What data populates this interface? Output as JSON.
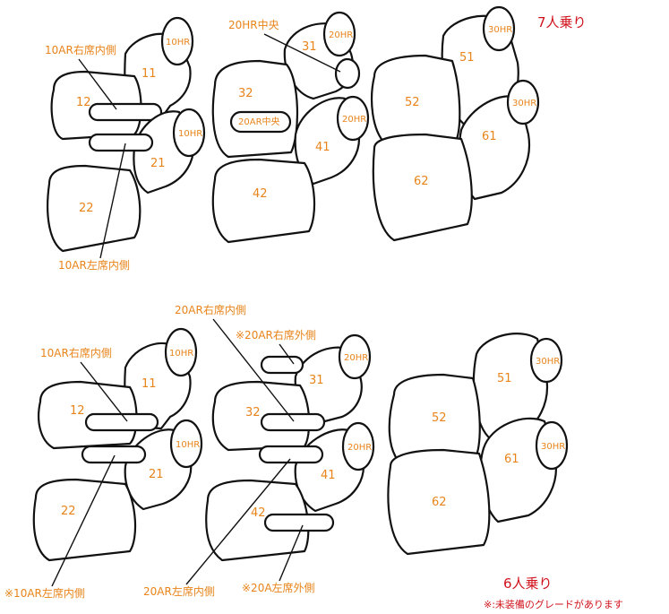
{
  "diagram_7": {
    "title": "7人乗り",
    "labels": {
      "ar10_right_inner": "10AR右席内側",
      "ar10_left_inner": "10AR左席内側",
      "hr20_center": "20HR中央",
      "ar20_center": "20AR中央"
    },
    "seats": {
      "s11": "11",
      "s12": "12",
      "s21": "21",
      "s22": "22",
      "s31": "31",
      "s32": "32",
      "s41": "41",
      "s42": "42",
      "s51": "51",
      "s52": "52",
      "s61": "61",
      "s62": "62"
    },
    "headrests": {
      "h10a": "10HR",
      "h10b": "10HR",
      "h20a": "20HR",
      "h20b": "20HR",
      "h30a": "30HR",
      "h30b": "30HR"
    }
  },
  "diagram_6": {
    "title": "6人乗り",
    "note": "※:未装備のグレードがあります",
    "labels": {
      "ar10_right_inner": "10AR右席内側",
      "ar10_left_inner": "※10AR左席内側",
      "ar20_right_inner": "20AR右席内側",
      "ar20_right_outer": "※20AR右席外側",
      "ar20_left_inner": "20AR左席内側",
      "a20_left_outer": "※20A左席外側"
    },
    "seats": {
      "s11": "11",
      "s12": "12",
      "s21": "21",
      "s22": "22",
      "s31": "31",
      "s32": "32",
      "s41": "41",
      "s42": "42",
      "s51": "51",
      "s52": "52",
      "s61": "61",
      "s62": "62"
    },
    "headrests": {
      "h10a": "10HR",
      "h10b": "10HR",
      "h20a": "20HR",
      "h20b": "20HR",
      "h30a": "30HR",
      "h30b": "30HR"
    }
  }
}
